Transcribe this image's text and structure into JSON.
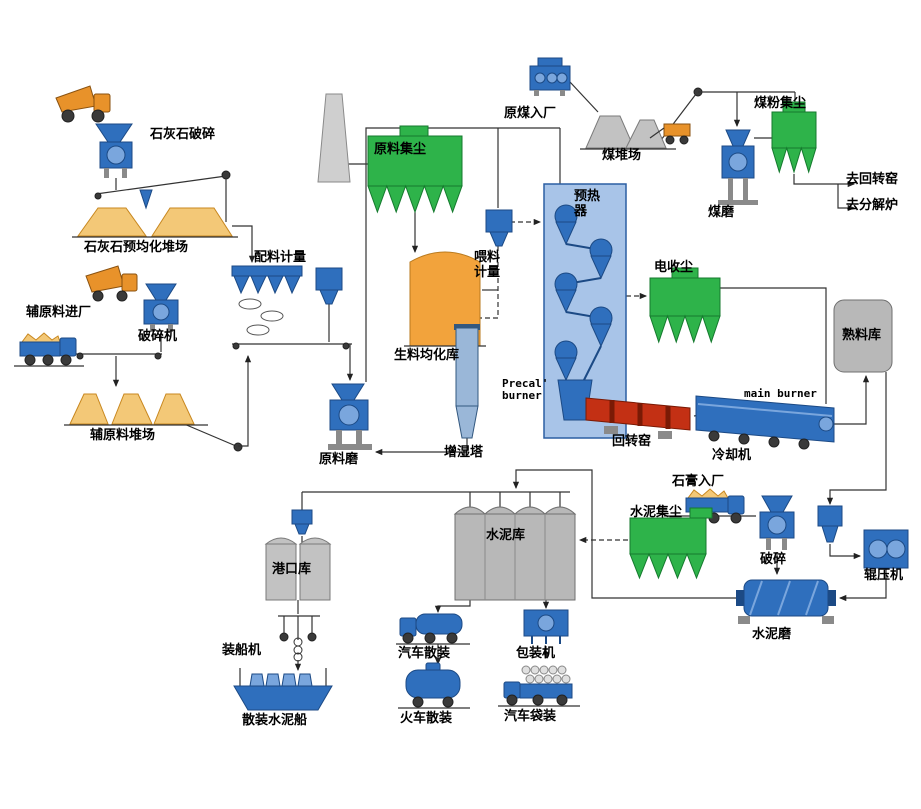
{
  "diagram": {
    "type": "process-flow",
    "subject": "cement plant production process flow",
    "colors": {
      "equipment_blue": "#2f6fbd",
      "equipment_blue_light": "#7aa6dd",
      "equipment_blue_dark": "#1c4a85",
      "dust_collector_green": "#2eb34a",
      "dust_collector_green_dark": "#157a2e",
      "material_tan": "#f3c877",
      "silo_orange": "#f2a33c",
      "kiln_red": "#c33014",
      "silo_gray": "#b8b8b8",
      "truck_orange": "#e8922a",
      "line": "#333333"
    },
    "labels": {
      "limestone_crushing": "石灰石破碎",
      "limestone_yard": "石灰石预均化堆场",
      "aux_material_entry": "辅原料进厂",
      "aux_crusher": "破碎机",
      "aux_material_yard": "辅原料堆场",
      "batching": "配料计量",
      "raw_dust_collector": "原料集尘",
      "raw_meal_silo": "生料均化库",
      "feed_metering": "喂料计量",
      "raw_mill": "原料磨",
      "humidifier_tower": "增湿塔",
      "preheater": "预热器",
      "raw_coal_entry": "原煤入厂",
      "coal_yard": "煤堆场",
      "coal_dust_collector": "煤粉集尘",
      "coal_mill": "煤磨",
      "to_rotary_kiln": "去回转窑",
      "to_calciner": "去分解炉",
      "esp": "电收尘",
      "clinker_silo": "熟料库",
      "precal_burner": "Precal' burner",
      "main_burner": "main burner",
      "rotary_kiln": "回转窑",
      "cooler": "冷却机",
      "gypsum_entry": "石膏入厂",
      "cement_dust_collector": "水泥集尘",
      "gypsum_crushing": "破碎",
      "roller_press": "辊压机",
      "cement_mill": "水泥磨",
      "cement_silo": "水泥库",
      "port_silo": "港口库",
      "ship_loader": "装船机",
      "bulk_cement_ship": "散装水泥船",
      "truck_bulk": "汽车散装",
      "train_bulk": "火车散装",
      "packing_machine": "包装机",
      "truck_bagged": "汽车袋装"
    }
  }
}
